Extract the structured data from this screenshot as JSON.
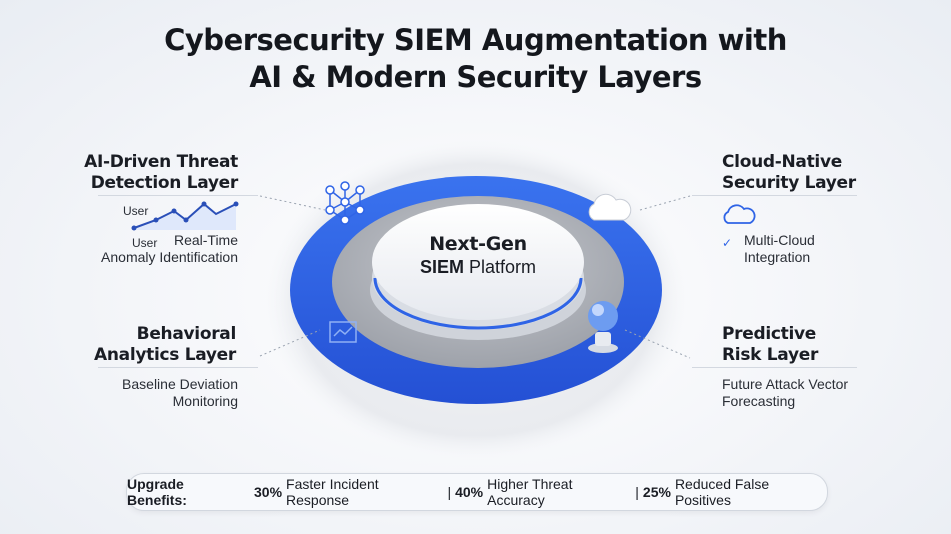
{
  "title_line1": "Cybersecurity SIEM Augmentation with",
  "title_line2": "AI & Modern Security Layers",
  "center": {
    "line1": "Next-Gen",
    "line2_bold": "SIEM",
    "line2_rest": "Platform"
  },
  "layers": {
    "ai": {
      "title1": "AI-Driven Threat",
      "title2": "Detection Layer",
      "chart_label_top": "User",
      "chart_label_bottom": "User",
      "desc1": "Real-Time",
      "desc2": "Anomaly Identification",
      "icon": "neural-network-icon"
    },
    "cloud": {
      "title1": "Cloud-Native",
      "title2": "Security Layer",
      "check": "✓",
      "desc1": "Multi-Cloud",
      "desc2": "Integration",
      "icon": "cloud-icon"
    },
    "behavioral": {
      "title1": "Behavioral",
      "title2": "Analytics Layer",
      "desc1": "Baseline Deviation",
      "desc2": "Monitoring",
      "icon": "analytics-monitor-icon"
    },
    "predictive": {
      "title1": "Predictive",
      "title2": "Risk Layer",
      "desc1": "Future Attack Vector",
      "desc2": "Forecasting",
      "icon": "crystal-ball-icon"
    }
  },
  "benefits": {
    "label": "Upgrade Benefits:",
    "items": [
      {
        "value": "30%",
        "text": "Faster Incident Response"
      },
      {
        "value": "40%",
        "text": "Higher Threat Accuracy"
      },
      {
        "value": "25%",
        "text": "Reduced False Positives"
      }
    ],
    "separator": "|"
  },
  "colors": {
    "accent": "#2f64e6",
    "text": "#14171d"
  }
}
